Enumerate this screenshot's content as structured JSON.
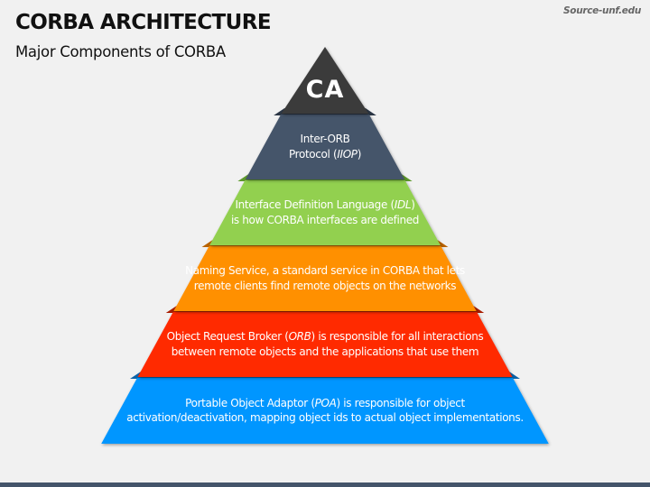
{
  "header": {
    "title": "CORBA ARCHITECTURE",
    "subtitle": "Major Components of CORBA",
    "source": "Source-unf.edu"
  },
  "pyramid": {
    "apex": {
      "label": "CA",
      "color": "#3a3a3a"
    },
    "levels": [
      {
        "name": "iiop",
        "color": "#44546a",
        "shade": "#2b3645",
        "lines": [
          [
            "Inter-ORB",
            "",
            ""
          ],
          [
            "Protocol (",
            "IIOP",
            ")"
          ]
        ]
      },
      {
        "name": "idl",
        "color": "#92d050",
        "shade": "#5e9a2b",
        "lines": [
          [
            "Interface Definition Language (",
            "IDL",
            ")"
          ],
          [
            "is how CORBA interfaces are defined",
            "",
            ""
          ]
        ]
      },
      {
        "name": "naming-service",
        "color": "#ff9000",
        "shade": "#b86200",
        "lines": [
          [
            "Naming Service, a standard service in CORBA that lets",
            "",
            ""
          ],
          [
            "remote clients find remote objects on the networks",
            "",
            ""
          ]
        ]
      },
      {
        "name": "orb",
        "color": "#ff2a00",
        "shade": "#a81d00",
        "lines": [
          [
            "Object Request Broker  (",
            "ORB",
            ") is responsible for all interactions"
          ],
          [
            "between remote objects and the applications that use them",
            "",
            ""
          ]
        ]
      },
      {
        "name": "poa",
        "color": "#0096ff",
        "shade": "#0a63aa",
        "lines": [
          [
            "Portable Object Adaptor (",
            "POA",
            ") is responsible for object"
          ],
          [
            "activation/deactivation, mapping object ids to actual object implementations.",
            "",
            ""
          ]
        ]
      }
    ]
  }
}
